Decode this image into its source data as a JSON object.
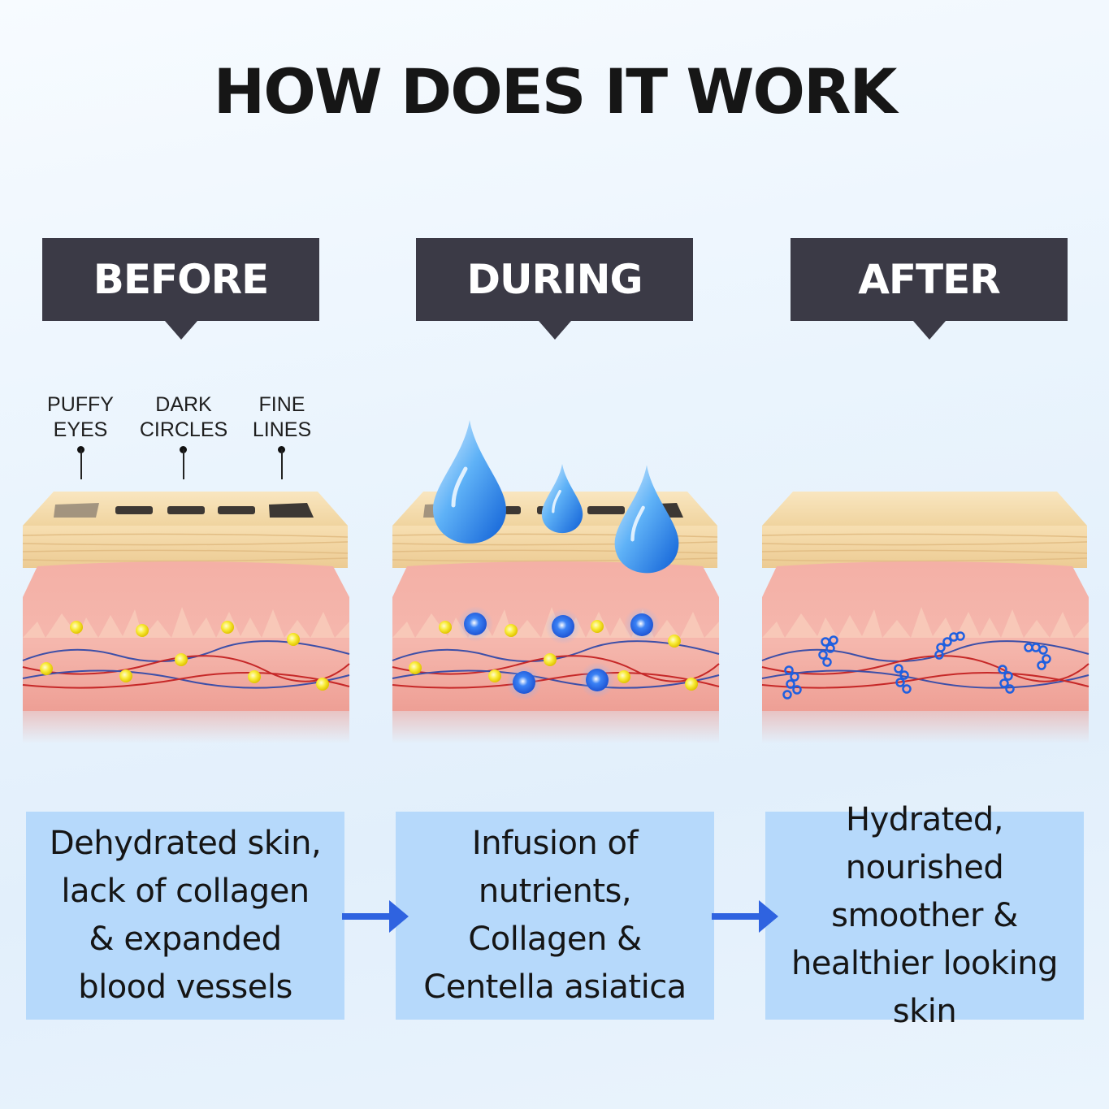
{
  "title": "HOW DOES IT WORK",
  "stages": [
    {
      "label": "BEFORE",
      "description": "Dehydrated skin, lack of collagen & expanded blood vessels"
    },
    {
      "label": "DURING",
      "description": "Infusion of nutrients, Collagen & Centella asiatica"
    },
    {
      "label": "AFTER",
      "description": "Hydrated, nourished smoother & healthier looking skin"
    }
  ],
  "callouts": [
    {
      "line1": "PUFFY",
      "line2": "EYES"
    },
    {
      "line1": "DARK",
      "line2": "CIRCLES"
    },
    {
      "line1": "FINE",
      "line2": "LINES"
    }
  ],
  "colors": {
    "header_bg": "#3b3a46",
    "box_bg": "#b6d9fb",
    "arrow": "#2f63e0",
    "epidermis": "#f6dcae",
    "dermis": "#f2aba3",
    "yellow_particle": "#f9ec3a",
    "blue_particle": "#1e5fe0"
  },
  "icons": [
    "water-drop-icon",
    "arrow-right-icon"
  ]
}
